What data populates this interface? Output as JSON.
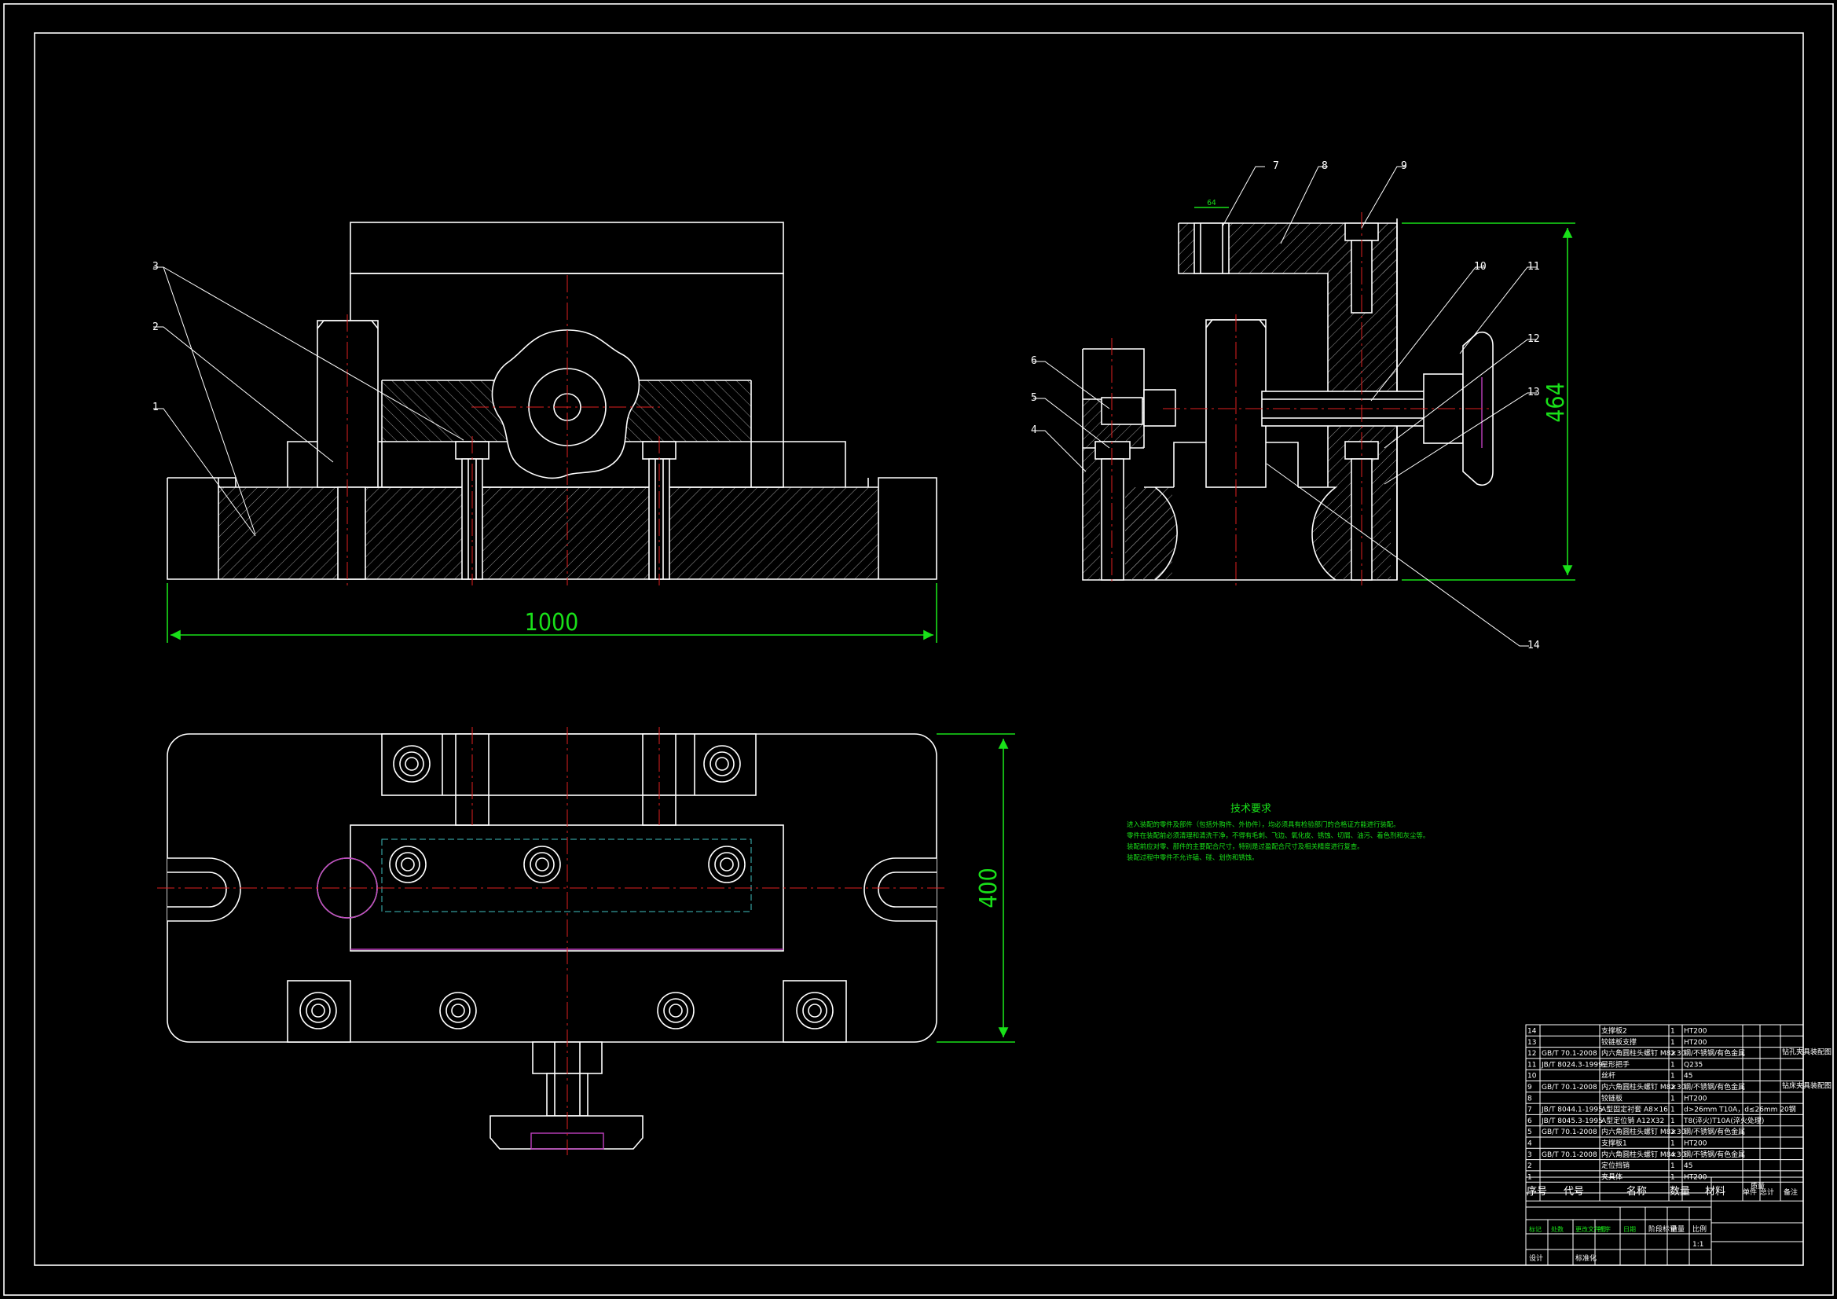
{
  "drawing": {
    "dimensions": {
      "front_width": "1000",
      "side_height": "464",
      "top_height": "400",
      "small_dim": "64"
    },
    "part_labels": [
      "1",
      "2",
      "3",
      "4",
      "5",
      "6",
      "7",
      "8",
      "9",
      "10",
      "11",
      "12",
      "13",
      "14"
    ],
    "tech_requirements": {
      "title": "技术要求",
      "lines": [
        "进入装配的零件及部件（包括外购件、外协件），均必须具有检验部门的合格证方能进行装配。",
        "零件在装配前必须清理和清洗干净，不得有毛刺、飞边、氧化皮、锈蚀、切屑、油污、着色剂和灰尘等。",
        "装配前应对零、部件的主要配合尺寸，特别是过盈配合尺寸及相关精度进行复查。",
        "装配过程中零件不允许磕、碰、划伤和锈蚀。"
      ]
    }
  },
  "bom": {
    "headers": [
      "序号",
      "代号",
      "名称",
      "数量",
      "材料",
      "单件",
      "总计",
      "备注"
    ],
    "weight_header": "质量",
    "rows": [
      {
        "no": "14",
        "code": "",
        "name": "支撑板2",
        "qty": "1",
        "mat": "HT200"
      },
      {
        "no": "13",
        "code": "",
        "name": "铰链板支撑",
        "qty": "1",
        "mat": "HT200"
      },
      {
        "no": "12",
        "code": "GB/T 70.1-2008",
        "name": "内六角圆柱头螺钉 M8×30",
        "qty": "2",
        "mat": "钢/不锈钢/有色金属"
      },
      {
        "no": "11",
        "code": "JB/T 8024.3-1999",
        "name": "星形把手",
        "qty": "1",
        "mat": "Q235"
      },
      {
        "no": "10",
        "code": "",
        "name": "丝杆",
        "qty": "1",
        "mat": "45"
      },
      {
        "no": "9",
        "code": "GB/T 70.1-2008",
        "name": "内六角圆柱头螺钉 M8×30",
        "qty": "2",
        "mat": "钢/不锈钢/有色金属"
      },
      {
        "no": "8",
        "code": "",
        "name": "铰链板",
        "qty": "1",
        "mat": "HT200"
      },
      {
        "no": "7",
        "code": "JB/T 8044.1-1995",
        "name": "A型固定衬套 A8×16",
        "qty": "1",
        "mat": "d>26mm T10A，d≤26mm 20钢"
      },
      {
        "no": "6",
        "code": "JB/T 8045.3-1995",
        "name": "A型定位销 A12X32",
        "qty": "1",
        "mat": "T8(淬火)T10A(淬火处理)"
      },
      {
        "no": "5",
        "code": "GB/T 70.1-2008",
        "name": "内六角圆柱头螺钉 M8×30",
        "qty": "2",
        "mat": "钢/不锈钢/有色金属"
      },
      {
        "no": "4",
        "code": "",
        "name": "支撑板1",
        "qty": "1",
        "mat": "HT200"
      },
      {
        "no": "3",
        "code": "GB/T 70.1-2008",
        "name": "内六角圆柱头螺钉 M8×30",
        "qty": "4",
        "mat": "钢/不锈钢/有色金属"
      },
      {
        "no": "2",
        "code": "",
        "name": "定位挡销",
        "qty": "1",
        "mat": "45"
      },
      {
        "no": "1",
        "code": "",
        "name": "夹具体",
        "qty": "1",
        "mat": "HT200"
      }
    ],
    "side_notes": [
      "钻孔夹具装配图",
      "钻床夹具装配图"
    ],
    "title_block": {
      "row1": [
        "标记",
        "处数",
        "更改文件号",
        "签字",
        "日期"
      ],
      "row2": [
        "阶段标记",
        "重量",
        "比例"
      ],
      "scale": "1:1",
      "row3": [
        "设计",
        "标准化"
      ]
    }
  },
  "colors": {
    "background": "#000000",
    "outline": "#ffffff",
    "dimension": "#19e019",
    "centerline": "#e02020",
    "hidden": "#c040c0"
  }
}
